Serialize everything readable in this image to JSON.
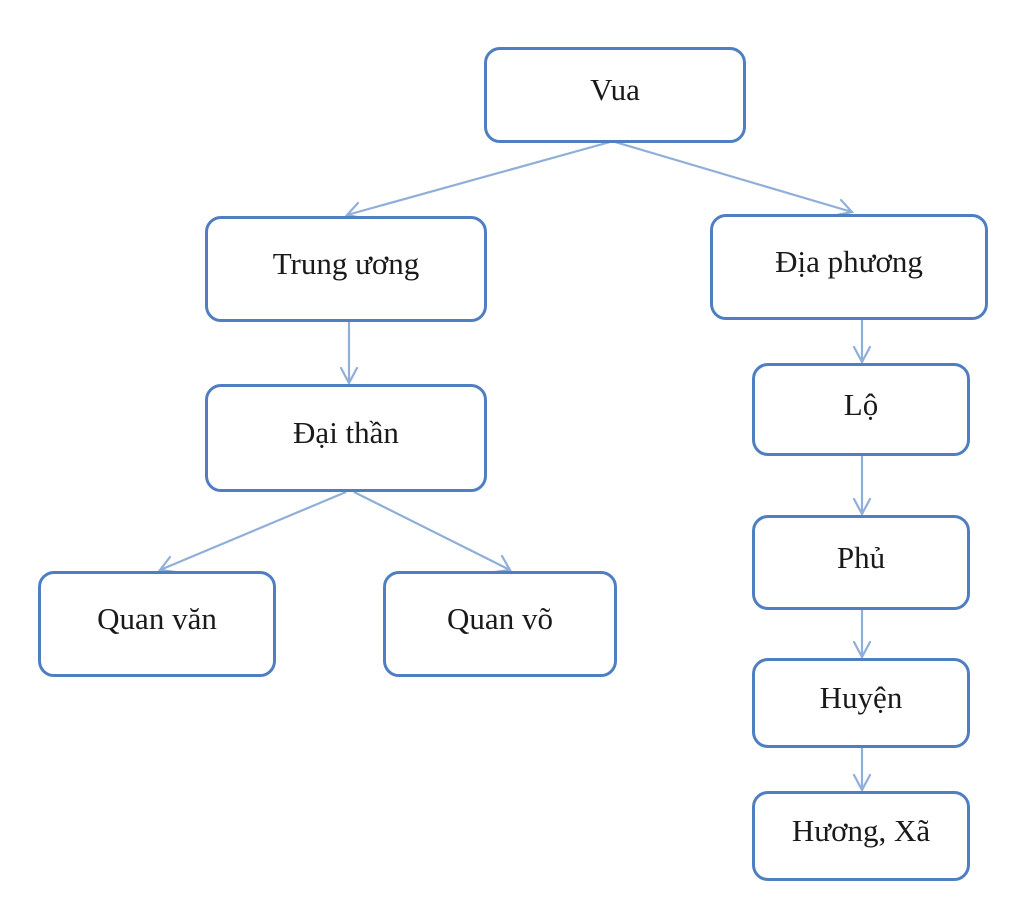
{
  "nodes": {
    "vua": "Vua",
    "trung_uong": "Trung ương",
    "dia_phuong": "Địa phương",
    "dai_than": "Đại thần",
    "quan_van": "Quan văn",
    "quan_vo": "Quan võ",
    "lo": "Lộ",
    "phu": "Phủ",
    "huyen": "Huyện",
    "huong_xa": "Hương, Xã"
  },
  "colors": {
    "box_border": "#4f7fc0",
    "connector": "#8fafd9",
    "text": "#1a1a1a"
  }
}
